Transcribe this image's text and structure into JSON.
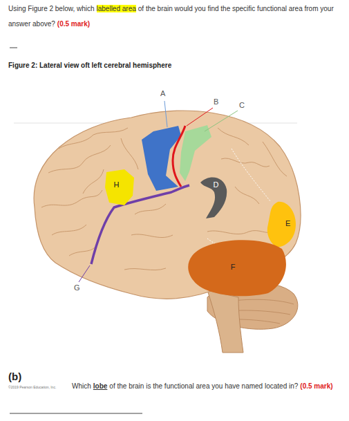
{
  "diagram": {
    "title": "Figure 2: Lateral view oft left cerebral hemisphere",
    "nodes": [
      {
        "text": [
          "H"
        ]
      },
      {
        "text": [
          "D"
        ]
      },
      {
        "text": [
          "E"
        ]
      },
      {
        "text": [
          "F"
        ]
      }
    ],
    "labels": [
      "Using Figure 2 below, which",
      "labelled area",
      "of the brain would you find the specific functional area from your answer above?",
      "(0.5 mark)",
      "A",
      "B",
      "C",
      "G",
      "(b)",
      "©2019 Pearson Education, Inc.",
      "Which",
      "lobe",
      "of the brain is the functional area you have named located in?",
      "(0.5 mark)"
    ]
  }
}
